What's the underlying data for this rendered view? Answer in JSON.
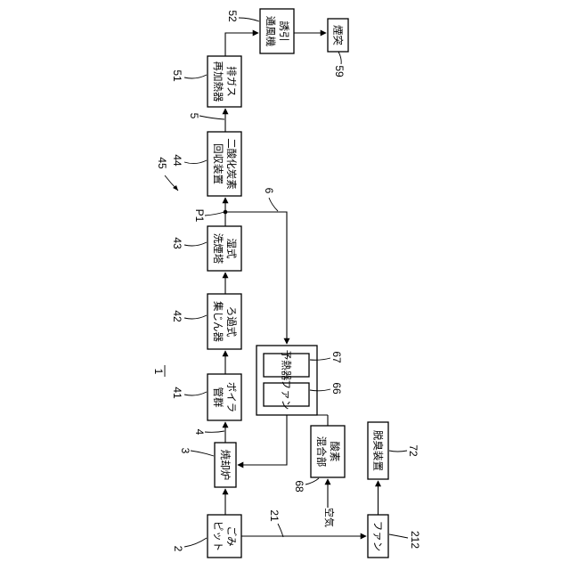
{
  "refs": {
    "system": "1",
    "garbage_pit": "2",
    "incinerator": "3",
    "line_4": "4",
    "line_5": "5",
    "line_6": "6",
    "line_21": "21",
    "boiler": "41",
    "bag_filter": "42",
    "wet_scrubber": "43",
    "co2_recovery": "44",
    "group_45": "45",
    "reheater": "51",
    "induced_fan": "52",
    "chimney": "59",
    "fan_66": "66",
    "preheater": "67",
    "oxygen_mixer": "68",
    "deodorizer": "72",
    "branch_point": "P1",
    "fan_212": "212"
  },
  "labels": {
    "garbage_pit": [
      "ごみ",
      "ピット"
    ],
    "incinerator": [
      "焼却炉"
    ],
    "boiler": [
      "ボイラ",
      "管群"
    ],
    "bag_filter": [
      "ろ過式",
      "集じん器"
    ],
    "wet_scrubber": [
      "湿式",
      "洗煙塔"
    ],
    "co2_recovery": [
      "二酸化炭素",
      "回収装置"
    ],
    "reheater": [
      "排ガス",
      "再加熱器"
    ],
    "induced_fan": [
      "誘引",
      "通風機"
    ],
    "chimney": [
      "煙突"
    ],
    "fan_66": [
      "ファン"
    ],
    "preheater": [
      "予熱器"
    ],
    "oxygen_mixer": [
      "酸素",
      "混合部"
    ],
    "deodorizer": [
      "脱臭装置"
    ],
    "fan_212": [
      "ファン"
    ],
    "air": "空気"
  }
}
